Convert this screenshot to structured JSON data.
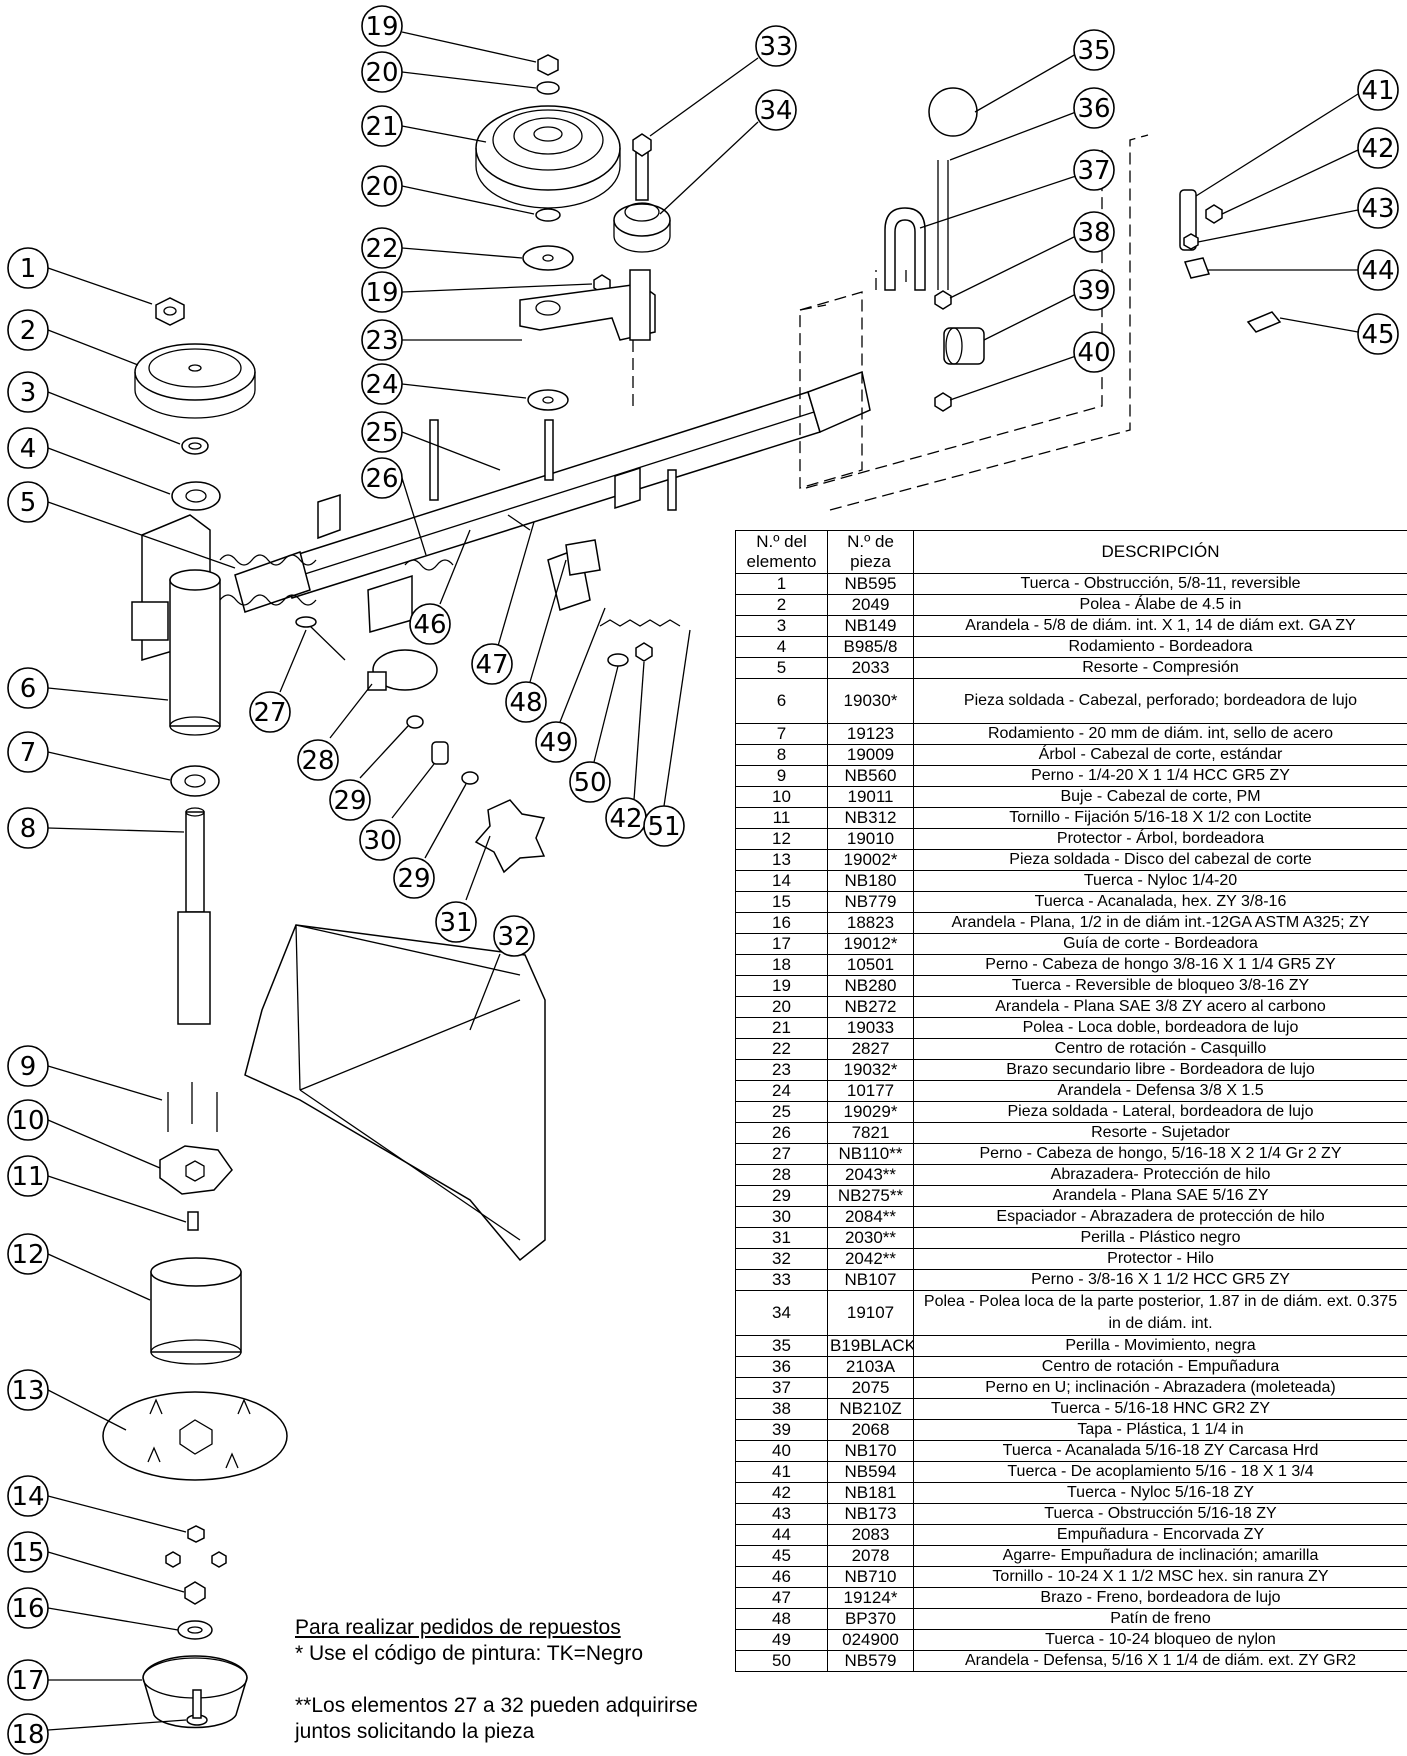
{
  "callouts": [
    "1",
    "2",
    "3",
    "4",
    "5",
    "6",
    "7",
    "8",
    "9",
    "10",
    "11",
    "12",
    "13",
    "14",
    "15",
    "16",
    "17",
    "18",
    "19",
    "20",
    "21",
    "22",
    "23",
    "24",
    "25",
    "26",
    "27",
    "28",
    "29",
    "30",
    "31",
    "32",
    "33",
    "34",
    "35",
    "36",
    "37",
    "38",
    "39",
    "40",
    "41",
    "42",
    "43",
    "44",
    "45",
    "46",
    "47",
    "48",
    "49",
    "50",
    "51"
  ],
  "table": {
    "headers": {
      "item": "N.º del elemento",
      "part": "N.º de pieza",
      "desc": "DESCRIPCIÓN"
    },
    "rows": [
      {
        "n": "1",
        "p": "NB595",
        "d": "Tuerca - Obstrucción, 5/8-11, reversible"
      },
      {
        "n": "2",
        "p": "2049",
        "d": "Polea - Álabe de 4.5 in"
      },
      {
        "n": "3",
        "p": "NB149",
        "d": "Arandela - 5/8 de diám. int. X 1, 14 de diám ext. GA ZY"
      },
      {
        "n": "4",
        "p": "B985/8",
        "d": "Rodamiento - Bordeadora"
      },
      {
        "n": "5",
        "p": "2033",
        "d": "Resorte - Compresión"
      },
      {
        "n": "6",
        "p": "19030*",
        "d": "Pieza soldada - Cabezal, perforado; bordeadora de lujo"
      },
      {
        "n": "7",
        "p": "19123",
        "d": "Rodamiento - 20 mm de diám. int, sello de acero"
      },
      {
        "n": "8",
        "p": "19009",
        "d": "Árbol - Cabezal de corte, estándar"
      },
      {
        "n": "9",
        "p": "NB560",
        "d": "Perno - 1/4-20 X 1 1/4 HCC GR5 ZY"
      },
      {
        "n": "10",
        "p": "19011",
        "d": "Buje - Cabezal de corte, PM"
      },
      {
        "n": "11",
        "p": "NB312",
        "d": "Tornillo - Fijación 5/16-18 X 1/2 con Loctite"
      },
      {
        "n": "12",
        "p": "19010",
        "d": "Protector - Árbol, bordeadora"
      },
      {
        "n": "13",
        "p": "19002*",
        "d": "Pieza soldada - Disco del cabezal de corte"
      },
      {
        "n": "14",
        "p": "NB180",
        "d": "Tuerca - Nyloc 1/4-20"
      },
      {
        "n": "15",
        "p": "NB779",
        "d": "Tuerca - Acanalada, hex. ZY 3/8-16"
      },
      {
        "n": "16",
        "p": "18823",
        "d": "Arandela - Plana, 1/2 in de diám int.-12GA ASTM A325; ZY"
      },
      {
        "n": "17",
        "p": "19012*",
        "d": "Guía de corte - Bordeadora"
      },
      {
        "n": "18",
        "p": "10501",
        "d": "Perno - Cabeza de hongo 3/8-16 X 1 1/4 GR5 ZY"
      },
      {
        "n": "19",
        "p": "NB280",
        "d": "Tuerca - Reversible de bloqueo 3/8-16 ZY"
      },
      {
        "n": "20",
        "p": "NB272",
        "d": "Arandela - Plana SAE 3/8 ZY acero al carbono"
      },
      {
        "n": "21",
        "p": "19033",
        "d": "Polea - Loca doble, bordeadora de lujo"
      },
      {
        "n": "22",
        "p": "2827",
        "d": "Centro de rotación - Casquillo"
      },
      {
        "n": "23",
        "p": "19032*",
        "d": "Brazo secundario libre - Bordeadora de lujo"
      },
      {
        "n": "24",
        "p": "10177",
        "d": "Arandela - Defensa 3/8 X 1.5"
      },
      {
        "n": "25",
        "p": "19029*",
        "d": "Pieza soldada - Lateral, bordeadora de lujo"
      },
      {
        "n": "26",
        "p": "7821",
        "d": "Resorte - Sujetador"
      },
      {
        "n": "27",
        "p": "NB110**",
        "d": "Perno - Cabeza de hongo, 5/16-18 X 2 1/4 Gr 2 ZY"
      },
      {
        "n": "28",
        "p": "2043**",
        "d": "Abrazadera- Protección de hilo"
      },
      {
        "n": "29",
        "p": "NB275**",
        "d": "Arandela - Plana SAE 5/16 ZY"
      },
      {
        "n": "30",
        "p": "2084**",
        "d": "Espaciador - Abrazadera de protección de hilo"
      },
      {
        "n": "31",
        "p": "2030**",
        "d": "Perilla - Plástico negro"
      },
      {
        "n": "32",
        "p": "2042**",
        "d": "Protector - Hilo"
      },
      {
        "n": "33",
        "p": "NB107",
        "d": "Perno - 3/8-16 X 1 1/2 HCC GR5 ZY"
      },
      {
        "n": "34",
        "p": "19107",
        "d": "Polea - Polea loca de la parte posterior, 1.87 in de diám. ext. 0.375 in de diám. int."
      },
      {
        "n": "35",
        "p": "B19BLACK",
        "d": "Perilla - Movimiento, negra"
      },
      {
        "n": "36",
        "p": "2103A",
        "d": "Centro de rotación - Empuñadura"
      },
      {
        "n": "37",
        "p": "2075",
        "d": "Perno en U; inclinación - Abrazadera (moleteada)"
      },
      {
        "n": "38",
        "p": "NB210Z",
        "d": "Tuerca - 5/16-18 HNC GR2 ZY"
      },
      {
        "n": "39",
        "p": "2068",
        "d": "Tapa - Plástica, 1 1/4 in"
      },
      {
        "n": "40",
        "p": "NB170",
        "d": "Tuerca - Acanalada 5/16-18 ZY Carcasa Hrd"
      },
      {
        "n": "41",
        "p": "NB594",
        "d": "Tuerca - De acoplamiento 5/16 - 18 X 1 3/4"
      },
      {
        "n": "42",
        "p": "NB181",
        "d": "Tuerca - Nyloc 5/16-18 ZY"
      },
      {
        "n": "43",
        "p": "NB173",
        "d": "Tuerca - Obstrucción 5/16-18 ZY"
      },
      {
        "n": "44",
        "p": "2083",
        "d": "Empuñadura - Encorvada ZY"
      },
      {
        "n": "45",
        "p": "2078",
        "d": "Agarre- Empuñadura de inclinación; amarilla"
      },
      {
        "n": "46",
        "p": "NB710",
        "d": "Tornillo - 10-24 X 1 1/2 MSC hex. sin ranura ZY"
      },
      {
        "n": "47",
        "p": "19124*",
        "d": "Brazo - Freno, bordeadora de lujo"
      },
      {
        "n": "48",
        "p": "BP370",
        "d": "Patín de freno"
      },
      {
        "n": "49",
        "p": "024900",
        "d": "Tuerca - 10-24 bloqueo de nylon"
      },
      {
        "n": "50",
        "p": "NB579",
        "d": "Arandela - Defensa, 5/16 X 1 1/4 de diám. ext. ZY GR2"
      }
    ]
  },
  "notes": {
    "heading": "Para realizar pedidos de repuestos",
    "paint": "* Use el código de pintura: TK=Negro",
    "combo": "**Los elementos 27 a 32 pueden adquirirse juntos solicitando la pieza"
  }
}
